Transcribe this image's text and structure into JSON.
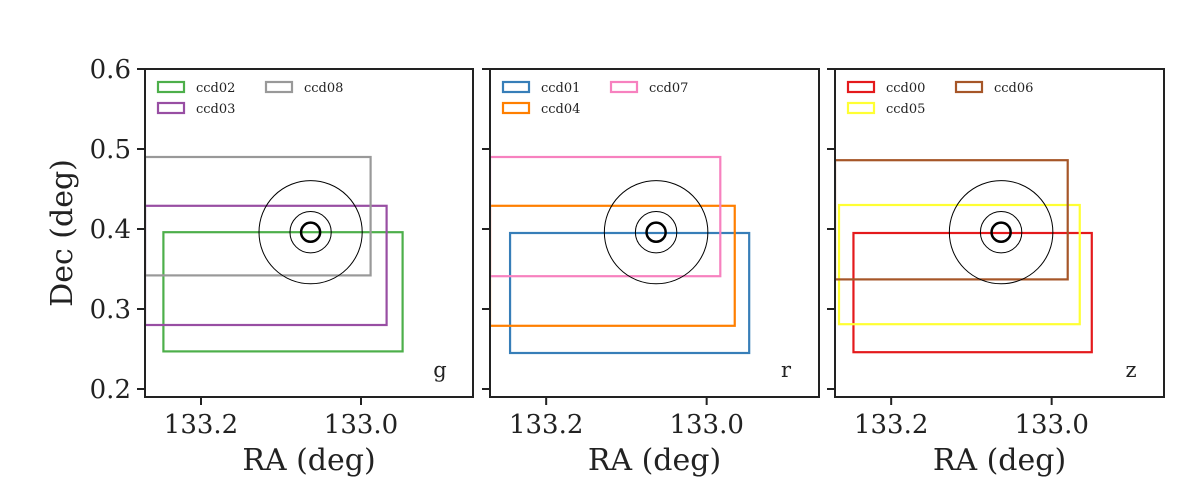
{
  "chart_data": [
    {
      "type": "rectangles",
      "band": "g",
      "xlabel": "RA (deg)",
      "ylabel": "Dec (deg)",
      "xlim": [
        133.27,
        132.86
      ],
      "ylim": [
        0.19,
        0.6
      ],
      "xticks": [
        "133.2",
        "133.0"
      ],
      "xtick_values": [
        133.2,
        133.0
      ],
      "yticks": [
        "0.2",
        "0.3",
        "0.4",
        "0.5",
        "0.6"
      ],
      "ytick_values": [
        0.2,
        0.3,
        0.4,
        0.5,
        0.6
      ],
      "series": [
        {
          "name": "ccd02",
          "color": "#4daf4a",
          "ra": [
            133.247,
            132.948
          ],
          "dec": [
            0.247,
            0.396
          ]
        },
        {
          "name": "ccd03",
          "color": "#984ea3",
          "ra": [
            133.27,
            132.968
          ],
          "dec": [
            0.28,
            0.429
          ]
        },
        {
          "name": "ccd08",
          "color": "#999999",
          "ra": [
            133.27,
            132.988
          ],
          "dec": [
            0.342,
            0.49
          ]
        }
      ],
      "circles": [
        {
          "ra": 133.063,
          "dec": 0.396,
          "radius": 0.0645,
          "width": 1
        },
        {
          "ra": 133.063,
          "dec": 0.396,
          "radius": 0.0258,
          "width": 1
        },
        {
          "ra": 133.063,
          "dec": 0.396,
          "radius": 0.0119,
          "width": 2.5
        }
      ]
    },
    {
      "type": "rectangles",
      "band": "r",
      "xlabel": "RA (deg)",
      "ylabel": "",
      "xlim": [
        133.27,
        132.86
      ],
      "ylim": [
        0.19,
        0.6
      ],
      "xticks": [
        "133.2",
        "133.0"
      ],
      "xtick_values": [
        133.2,
        133.0
      ],
      "yticks": [],
      "ytick_values": [
        0.2,
        0.3,
        0.4,
        0.5,
        0.6
      ],
      "series": [
        {
          "name": "ccd01",
          "color": "#377eb8",
          "ra": [
            133.245,
            132.947
          ],
          "dec": [
            0.245,
            0.395
          ]
        },
        {
          "name": "ccd04",
          "color": "#ff7f00",
          "ra": [
            133.27,
            132.965
          ],
          "dec": [
            0.279,
            0.429
          ]
        },
        {
          "name": "ccd07",
          "color": "#f781bf",
          "ra": [
            133.27,
            132.983
          ],
          "dec": [
            0.341,
            0.49
          ]
        }
      ],
      "circles": [
        {
          "ra": 133.063,
          "dec": 0.396,
          "radius": 0.0645,
          "width": 1
        },
        {
          "ra": 133.063,
          "dec": 0.396,
          "radius": 0.0258,
          "width": 1
        },
        {
          "ra": 133.063,
          "dec": 0.396,
          "radius": 0.0119,
          "width": 2.5
        }
      ]
    },
    {
      "type": "rectangles",
      "band": "z",
      "xlabel": "RA (deg)",
      "ylabel": "",
      "xlim": [
        133.27,
        132.86
      ],
      "ylim": [
        0.19,
        0.6
      ],
      "xticks": [
        "133.2",
        "133.0"
      ],
      "xtick_values": [
        133.2,
        133.0
      ],
      "yticks": [],
      "ytick_values": [
        0.2,
        0.3,
        0.4,
        0.5,
        0.6
      ],
      "series": [
        {
          "name": "ccd00",
          "color": "#e41a1c",
          "ra": [
            133.247,
            132.95
          ],
          "dec": [
            0.246,
            0.395
          ]
        },
        {
          "name": "ccd05",
          "color": "#ffff33",
          "ra": [
            133.265,
            132.965
          ],
          "dec": [
            0.281,
            0.43
          ]
        },
        {
          "name": "ccd06",
          "color": "#a65628",
          "ra": [
            133.27,
            132.98
          ],
          "dec": [
            0.337,
            0.486
          ]
        }
      ],
      "circles": [
        {
          "ra": 133.063,
          "dec": 0.396,
          "radius": 0.0645,
          "width": 1
        },
        {
          "ra": 133.063,
          "dec": 0.396,
          "radius": 0.0258,
          "width": 1
        },
        {
          "ra": 133.063,
          "dec": 0.396,
          "radius": 0.0119,
          "width": 2.5
        }
      ]
    }
  ]
}
